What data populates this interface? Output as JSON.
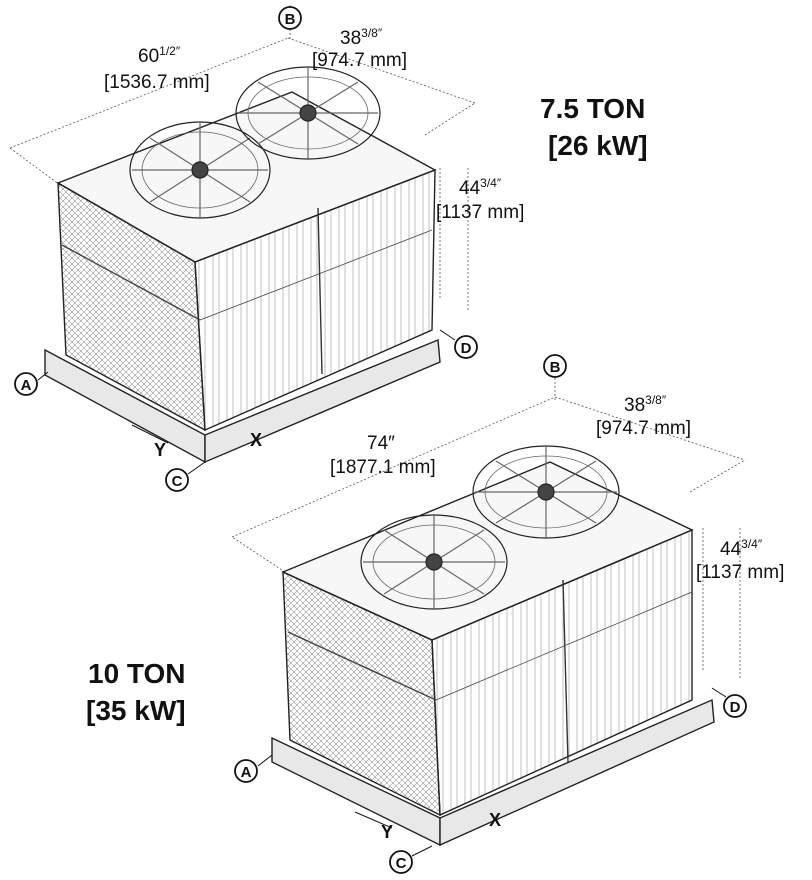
{
  "unit_small": {
    "capacity_ton": "7.5 TON",
    "capacity_kw": "[26 kW]",
    "length_in": "60",
    "length_in_frac": "1/2″",
    "length_mm": "[1536.7 mm]",
    "width_in": "38",
    "width_in_frac": "3/8″",
    "width_mm": "[974.7 mm]",
    "height_in": "44",
    "height_in_frac": "3/4″",
    "height_mm": "[1137 mm]",
    "callouts": [
      "A",
      "B",
      "C",
      "D"
    ],
    "axis_x": "X",
    "axis_y": "Y"
  },
  "unit_large": {
    "capacity_ton": "10 TON",
    "capacity_kw": "[35 kW]",
    "length_in": "74″",
    "length_mm": "[1877.1 mm]",
    "width_in": "38",
    "width_in_frac": "3/8″",
    "width_mm": "[974.7 mm]",
    "height_in": "44",
    "height_in_frac": "3/4″",
    "height_mm": "[1137 mm]",
    "callouts": [
      "A",
      "B",
      "C",
      "D"
    ],
    "axis_x": "X",
    "axis_y": "Y"
  }
}
